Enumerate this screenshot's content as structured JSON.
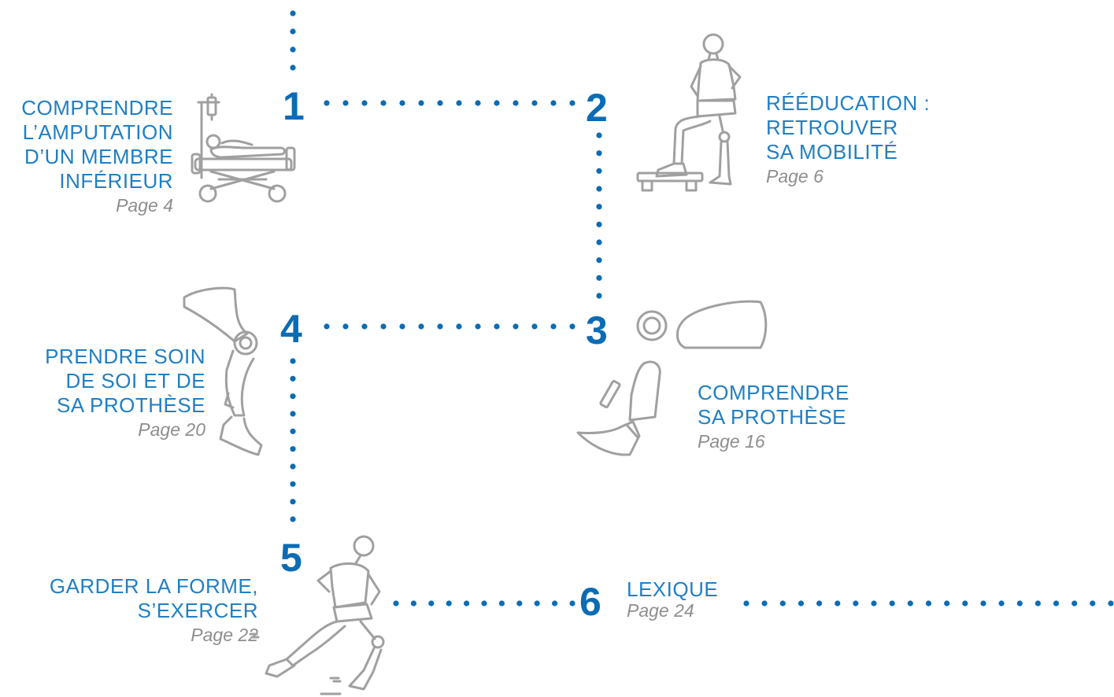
{
  "accent_color": "#0b6cb4",
  "title_color": "#1f7fc4",
  "page_ref_color": "#8e8e8e",
  "icon_color": "#a0a0a0",
  "steps": [
    {
      "number": "1",
      "title_lines": [
        "COMPRENDRE",
        "L’AMPUTATION",
        "D’UN MEMBRE",
        "INFÉRIEUR"
      ],
      "page": "Page 4",
      "icon": "hospital-bed-patient-icon"
    },
    {
      "number": "2",
      "title_lines": [
        "RÉÉDUCATION :",
        "RETROUVER",
        "SA MOBILITÉ"
      ],
      "page": "Page 6",
      "icon": "step-exercise-prosthesis-icon"
    },
    {
      "number": "3",
      "title_lines": [
        "COMPRENDRE",
        "SA PROTHÈSE"
      ],
      "page": "Page 16",
      "icon": "prosthesis-components-icon"
    },
    {
      "number": "4",
      "title_lines": [
        "PRENDRE SOIN",
        "DE SOI ET DE",
        "SA PROTHÈSE"
      ],
      "page": "Page 20",
      "icon": "prosthetic-leg-icon"
    },
    {
      "number": "5",
      "title_lines": [
        "GARDER LA FORME,",
        "S’EXERCER"
      ],
      "page": "Page 22",
      "icon": "runner-prosthesis-icon"
    },
    {
      "number": "6",
      "title_lines": [
        "LEXIQUE"
      ],
      "page": "Page 24",
      "icon": ""
    }
  ]
}
